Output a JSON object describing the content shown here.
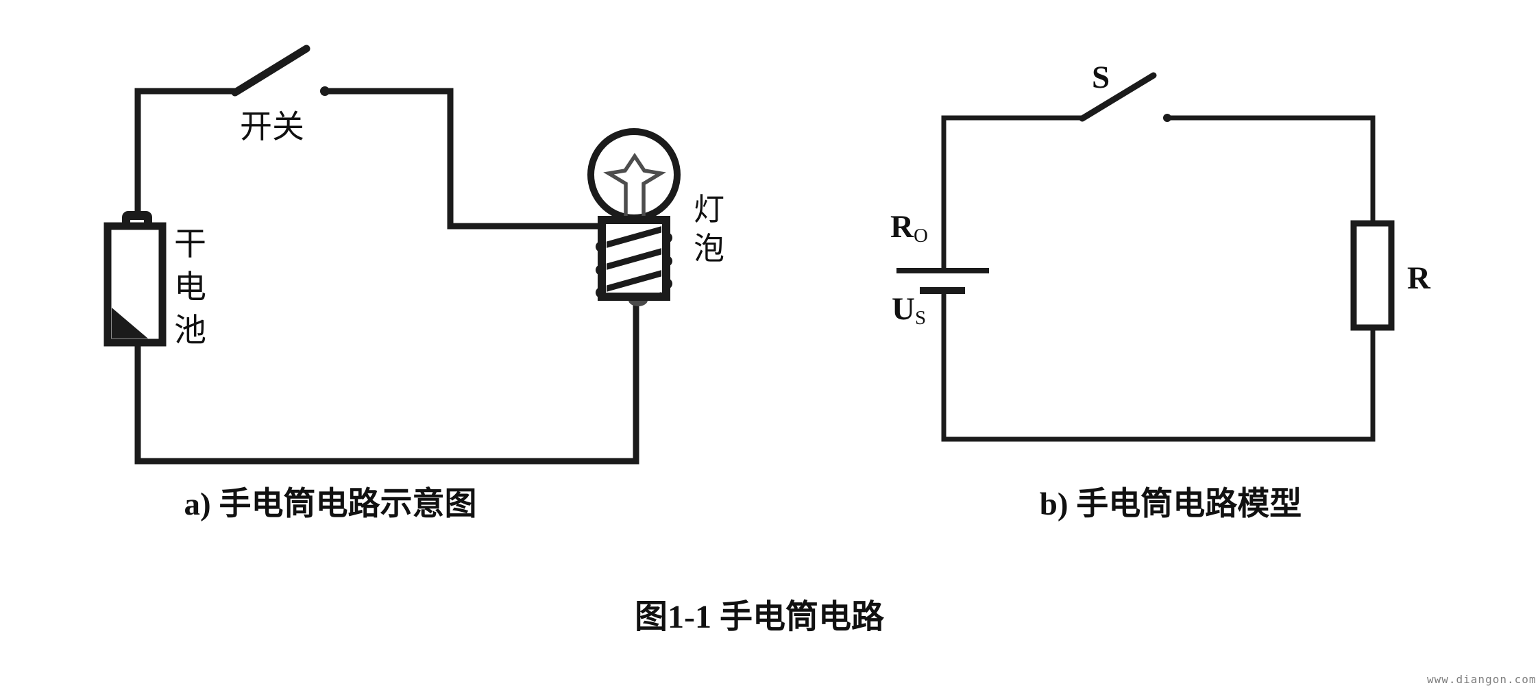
{
  "figure": {
    "caption": "图1-1 手电筒电路",
    "watermark": "www.diangon.com"
  },
  "colors": {
    "line": "#1b1b1b",
    "text": "#111111",
    "filament_gray": "#4d4d4d",
    "contact_gray": "#4a4a4a",
    "watermark_gray": "#7d7d7d",
    "background": "#ffffff"
  },
  "diagram_a": {
    "caption": "a) 手电筒电路示意图",
    "switch_label": "开关",
    "battery_label": "干电池",
    "bulb_label": "灯泡"
  },
  "diagram_b": {
    "caption": "b) 手电筒电路模型",
    "switch_label": "S",
    "internal_resistance_label": "R",
    "internal_resistance_sub": "O",
    "source_voltage_label": "U",
    "source_voltage_sub": "S",
    "load_resistor_label": "R"
  }
}
